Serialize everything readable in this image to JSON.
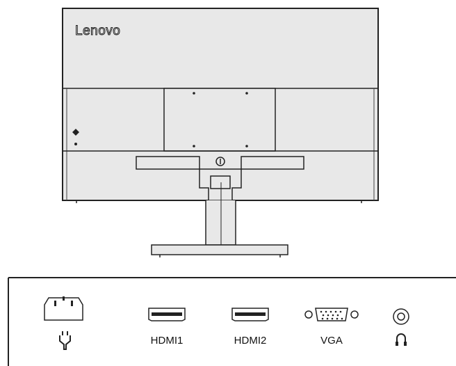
{
  "brand": {
    "logo_text": "Lenovo"
  },
  "ports": [
    {
      "id": "power",
      "label": "",
      "icon": "power-plug-icon"
    },
    {
      "id": "hdmi1",
      "label": "HDMI1",
      "icon": "hdmi-port-icon"
    },
    {
      "id": "hdmi2",
      "label": "HDMI2",
      "icon": "hdmi-port-icon"
    },
    {
      "id": "vga",
      "label": "VGA",
      "icon": "vga-port-icon"
    },
    {
      "id": "audio",
      "label": "",
      "icon": "headphone-icon"
    }
  ],
  "colors": {
    "body_fill": "#e8e8e8",
    "outline": "#222222"
  }
}
